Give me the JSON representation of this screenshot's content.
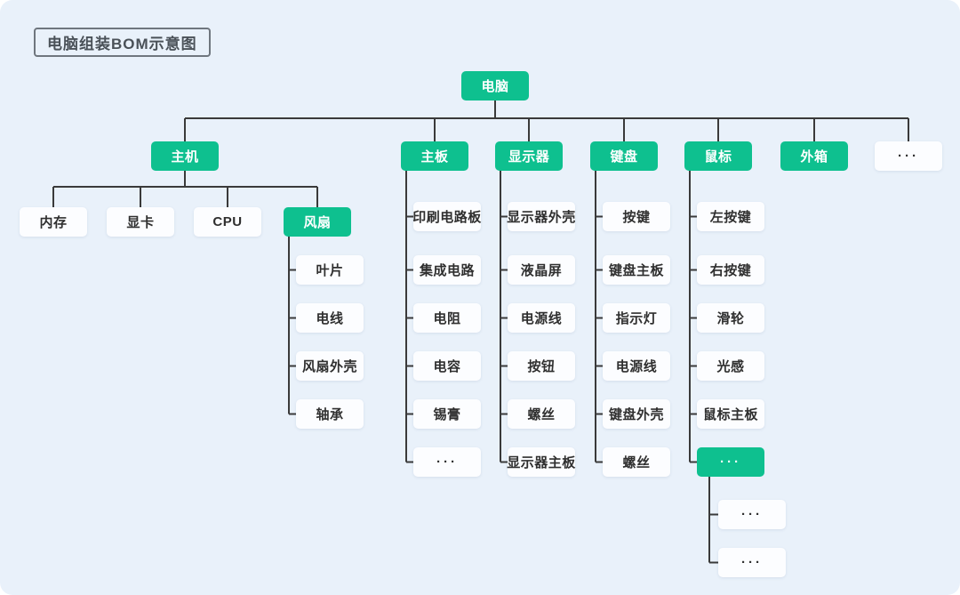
{
  "page": {
    "title": "电脑组装BOM示意图"
  },
  "colors": {
    "background": "#e9f1fa",
    "accent_green": "#0ec08f",
    "node_white": "#fcfdff",
    "connector_line": "#3a3a3a",
    "text_dark": "#2f2f2f",
    "text_light": "#ffffff"
  },
  "tree": {
    "root": {
      "label": "电脑"
    },
    "branches": [
      {
        "label": "主机",
        "children": [
          {
            "label": "内存"
          },
          {
            "label": "显卡"
          },
          {
            "label": "CPU"
          },
          {
            "label": "风扇",
            "children": [
              {
                "label": "叶片"
              },
              {
                "label": "电线"
              },
              {
                "label": "风扇外壳"
              },
              {
                "label": "轴承"
              }
            ]
          }
        ]
      },
      {
        "label": "主板",
        "children": [
          {
            "label": "印刷电路板"
          },
          {
            "label": "集成电路"
          },
          {
            "label": "电阻"
          },
          {
            "label": "电容"
          },
          {
            "label": "锡膏"
          },
          {
            "label": "···"
          }
        ]
      },
      {
        "label": "显示器",
        "children": [
          {
            "label": "显示器外壳"
          },
          {
            "label": "液晶屏"
          },
          {
            "label": "电源线"
          },
          {
            "label": "按钮"
          },
          {
            "label": "螺丝"
          },
          {
            "label": "显示器主板"
          }
        ]
      },
      {
        "label": "键盘",
        "children": [
          {
            "label": "按键"
          },
          {
            "label": "键盘主板"
          },
          {
            "label": "指示灯"
          },
          {
            "label": "电源线"
          },
          {
            "label": "键盘外壳"
          },
          {
            "label": "螺丝"
          }
        ]
      },
      {
        "label": "鼠标",
        "children": [
          {
            "label": "左按键"
          },
          {
            "label": "右按键"
          },
          {
            "label": "滑轮"
          },
          {
            "label": "光感"
          },
          {
            "label": "鼠标主板"
          },
          {
            "label": "···",
            "children": [
              {
                "label": "···"
              },
              {
                "label": "···"
              }
            ]
          }
        ]
      },
      {
        "label": "外箱"
      },
      {
        "label": "···"
      }
    ]
  }
}
